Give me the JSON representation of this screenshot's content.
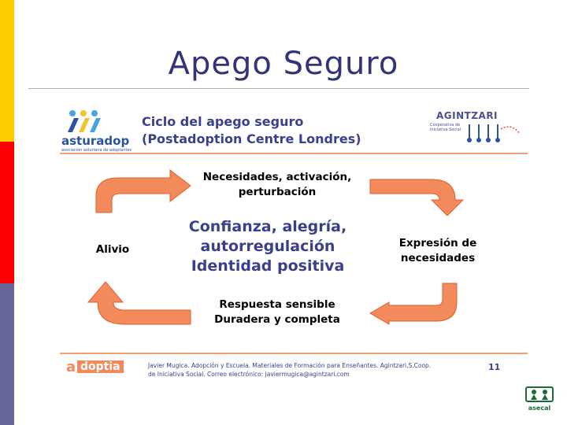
{
  "slide": {
    "title": "Apego Seguro"
  },
  "diagram": {
    "header_line1": "Ciclo del apego seguro",
    "header_line2": "(Postadoption Centre Londres)",
    "top_label_line1": "Necesidades, activación,",
    "top_label_line2": "perturbación",
    "right_label_line1": "Expresión de",
    "right_label_line2": "necesidades",
    "bottom_label_line1": "Respuesta sensible",
    "bottom_label_line2": "Duradera y completa",
    "left_label": "Alivio",
    "center_line1": "Confianza, alegría,",
    "center_line2": "autorregulación",
    "center_line3": "Identidad positiva",
    "arrow_color": "#f28a5c"
  },
  "logos": {
    "asturadop_name": "asturadop",
    "asturadop_tagline": "asociación asturiana de adoptantes",
    "agintzari_name": "AGINTZARI",
    "agintzari_subtitle": "Cooperativa de Iniciativa Social",
    "adoptia_name": "doptia",
    "adoptia_prefix": "a",
    "asecal_name": "asecal"
  },
  "footer": {
    "line1": "Javier Mugica. Adopción y Escuela. Materiales de Formación para Enseñantes. Agintzari,S.Coop.",
    "line2": "de Iniciativa Social. Correo electrónico: javiermugica@agintzari.com",
    "page_number": "11"
  },
  "colors": {
    "bar_yellow": "#ffcc00",
    "bar_red": "#ff0000",
    "bar_purple": "#666699",
    "title_color": "#33337a",
    "accent_blue": "#3b3f8c",
    "orange": "#f28a5c"
  }
}
